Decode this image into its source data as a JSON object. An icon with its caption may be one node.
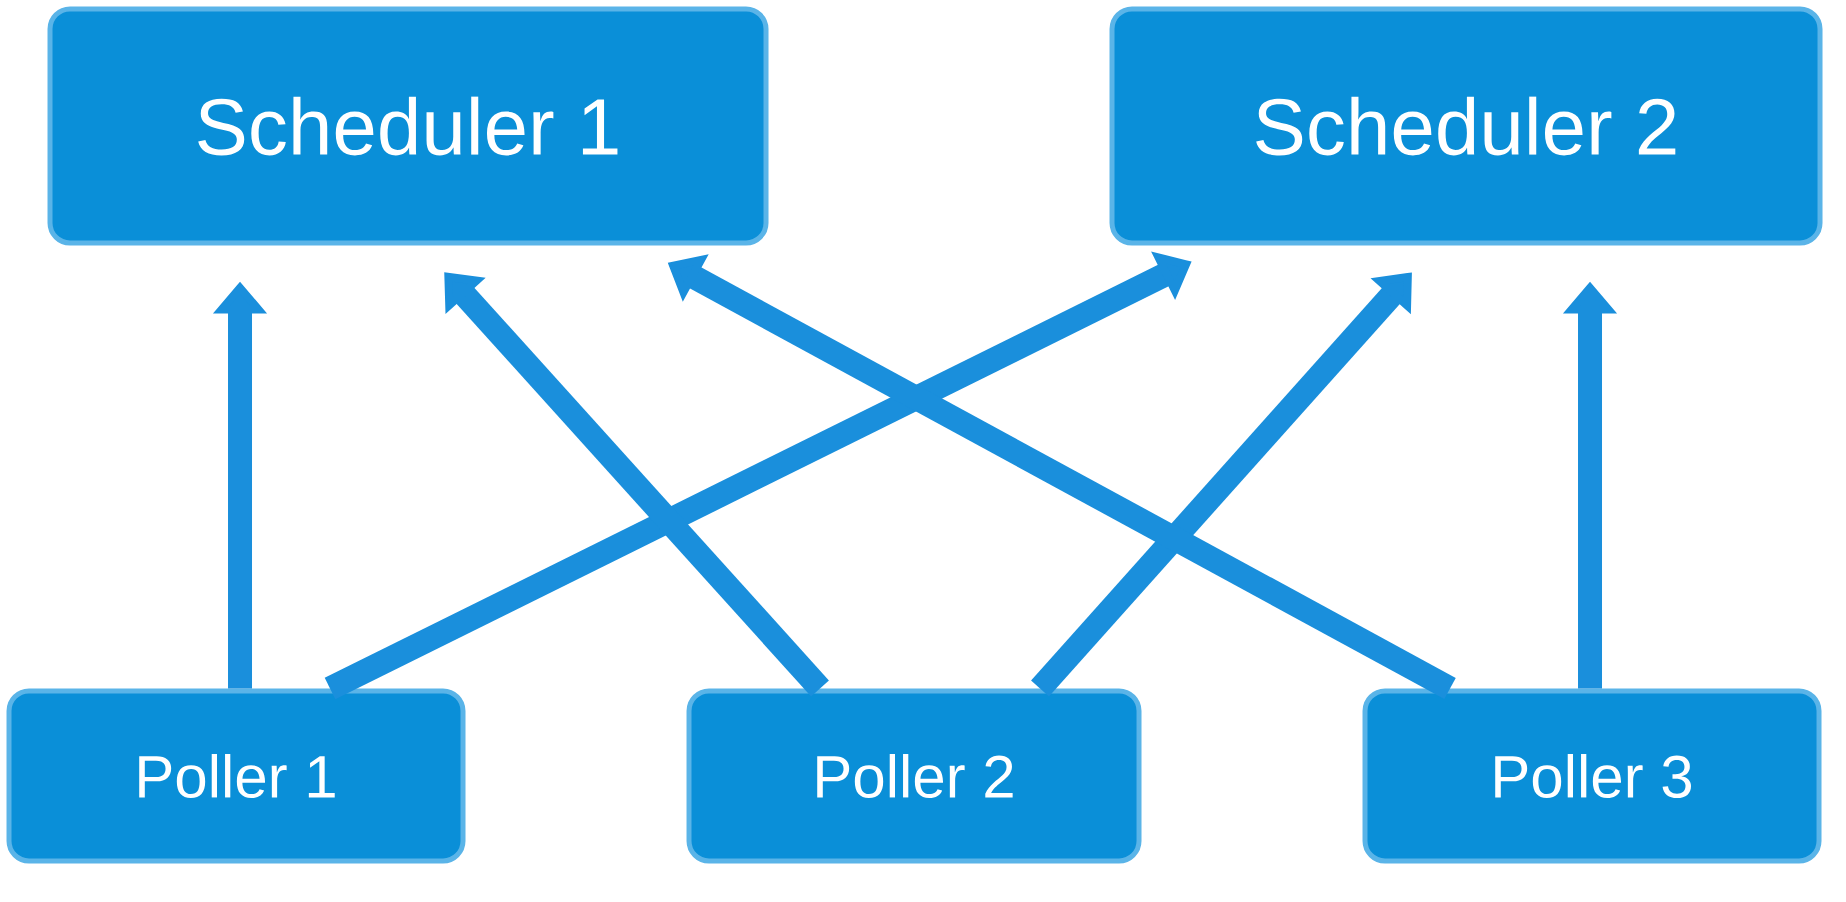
{
  "diagram": {
    "nodes": [
      {
        "text": [
          "Scheduler 1"
        ]
      },
      {
        "text": [
          "Scheduler 2"
        ]
      },
      {
        "text": [
          "Poller 1"
        ]
      },
      {
        "text": [
          "Poller 2"
        ]
      },
      {
        "text": [
          "Poller 3"
        ]
      }
    ],
    "edges": [
      {
        "from": 2,
        "to": 0,
        "arrow": "to"
      },
      {
        "from": 2,
        "to": 1,
        "arrow": "to"
      },
      {
        "from": 3,
        "to": 0,
        "arrow": "to"
      },
      {
        "from": 3,
        "to": 1,
        "arrow": "to"
      },
      {
        "from": 4,
        "to": 0,
        "arrow": "to"
      },
      {
        "from": 4,
        "to": 1,
        "arrow": "to"
      }
    ]
  }
}
